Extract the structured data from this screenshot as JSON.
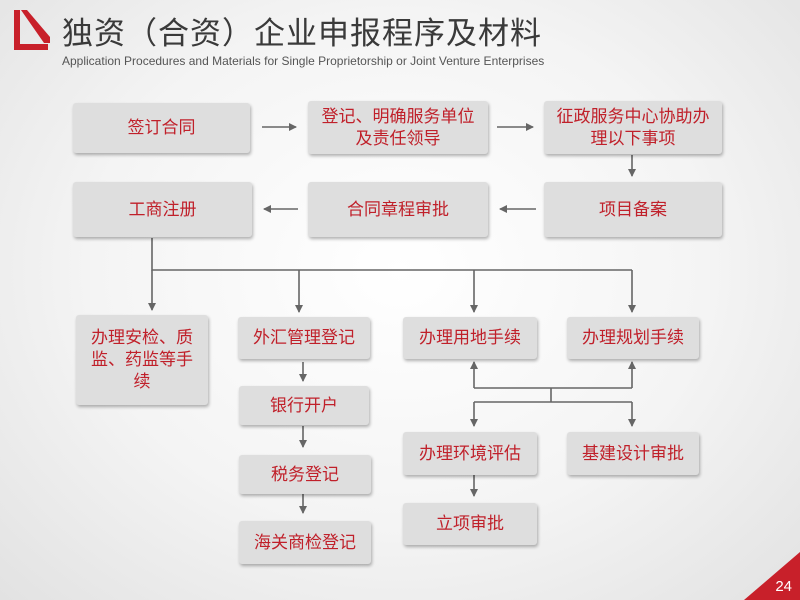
{
  "header": {
    "title": "独资（合资）企业申报程序及材料",
    "subtitle": "Application Procedures and Materials for Single Proprietorship or Joint Venture Enterprises"
  },
  "steps": {
    "sign_contract": "签订合同",
    "register_service": "登记、明确服务单位及责任领导",
    "government_center": "征政服务中心协助办理以下事项",
    "project_filing": "项目备案",
    "contract_approval": "合同章程审批",
    "business_registration": "工商注册",
    "safety_quality": "办理安检、质监、药监等手续",
    "forex_registration": "外汇管理登记",
    "land_use": "办理用地手续",
    "planning": "办理规划手续",
    "bank_account": "银行开户",
    "environment_assessment": "办理环境评估",
    "design_review": "基建设计审批",
    "tax_registration": "税务登记",
    "project_approval": "立项审批",
    "customs_inspection": "海关商检登记"
  },
  "page_number": "24",
  "colors": {
    "accent": "#c0202a",
    "box": "#dedede",
    "line": "#666666"
  }
}
